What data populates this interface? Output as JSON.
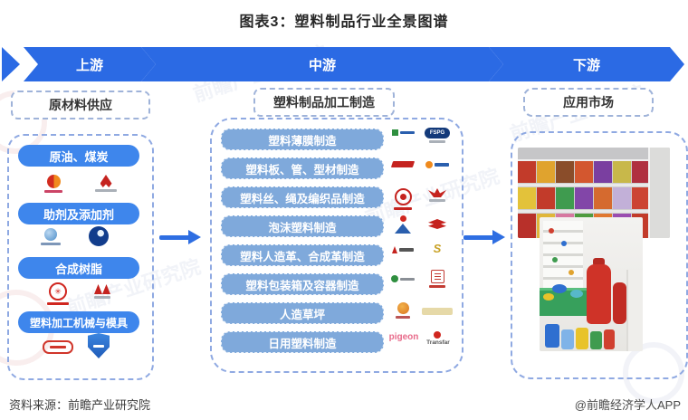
{
  "title": "图表3：塑料制品行业全景图谱",
  "banner": {
    "segments": [
      {
        "label": "上游"
      },
      {
        "label": "中游"
      },
      {
        "label": "下游"
      }
    ]
  },
  "upstream": {
    "header": "原材料供应",
    "items": [
      "原油、煤炭",
      "助剂及添加剂",
      "合成树脂",
      "塑料加工机械与模具"
    ]
  },
  "midstream": {
    "header": "塑料制品加工制造",
    "items": [
      "塑料薄膜制造",
      "塑料板、管、型材制造",
      "塑料丝、绳及编织品制造",
      "泡沫塑料制造",
      "塑料人造革、合成革制造",
      "塑料包装箱及容器制造",
      "人造草坪",
      "日用塑料制造"
    ]
  },
  "downstream": {
    "header": "应用市场"
  },
  "logo_labels": {
    "fspg": "FSPG",
    "pigeon": "pigeon",
    "transfar": "Transfar",
    "gold_s": "S"
  },
  "footer": {
    "source": "资料来源：前瞻产业研究院",
    "credit": "@前瞻经济学人APP"
  },
  "watermark": {
    "text": "前瞻产业研究院"
  },
  "colors": {
    "banner_blue": "#2B6AE4",
    "upstream_pill_blue": "#3E86EC",
    "midstream_pill_blue": "#7FA9DB",
    "arrow_blue": "#2E6EE2",
    "dashed_border": "#8FA9E2"
  }
}
